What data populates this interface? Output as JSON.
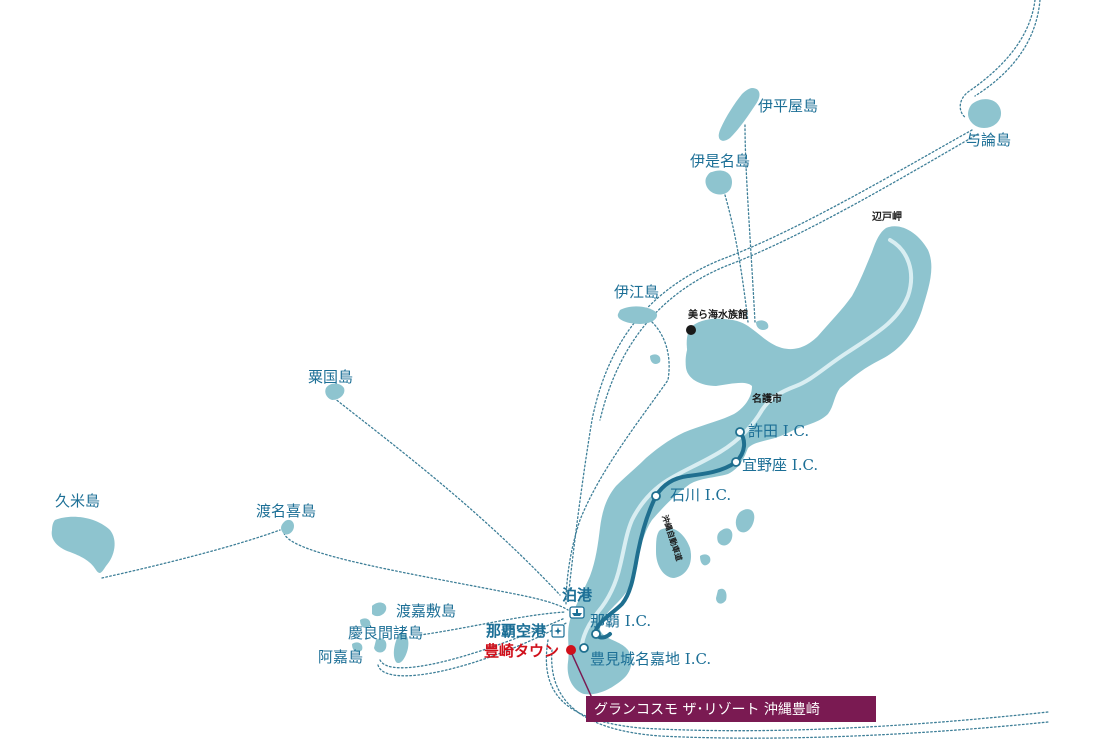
{
  "colors": {
    "land": "#8ec4cf",
    "route": "#3e7f98",
    "label": "#1c6f96",
    "expressway": "#1f6f8f",
    "highlight": "#d0101b",
    "banner": "#7a1a52"
  },
  "islands": {
    "iheya": "伊平屋島",
    "izena": "伊是名島",
    "yoron": "与論島",
    "ie": "伊江島",
    "aguni": "粟国島",
    "kume": "久米島",
    "tonaki": "渡名喜島",
    "tokashiki": "渡嘉敷島",
    "zamami": "慶良間諸島",
    "aka": "阿嘉島"
  },
  "places": {
    "hedo": "辺戸岬",
    "churaumi": "美ら海水族館",
    "nago": "名護市",
    "tomari": "泊港",
    "airport": "那覇空港",
    "tomigusuku_town": "豊崎タウン"
  },
  "interchanges": {
    "kyoda": "許田 I.C.",
    "ginoza": "宜野座 I.C.",
    "ishikawa": "石川 I.C.",
    "naha": "那覇 I.C.",
    "tomigusuku": "豊見城名嘉地 I.C."
  },
  "road": {
    "expressway_name": "沖縄自動車道"
  },
  "icons": {
    "port": "ship-icon",
    "airport": "airplane-icon"
  },
  "banner": {
    "hotel_name": "グランコスモ ザ･リゾート 沖縄豊崎"
  }
}
